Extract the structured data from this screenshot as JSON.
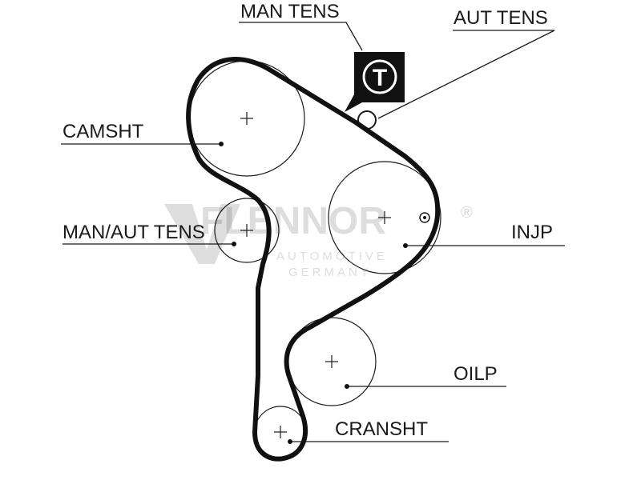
{
  "labels": {
    "man_tens": "MAN TENS",
    "aut_tens": "AUT TENS",
    "camsht": "CAMSHT",
    "man_aut_tens": "MAN/AUT TENS",
    "injp": "INJP",
    "oilp": "OILP",
    "cransht": "CRANSHT",
    "tensioner_symbol": "T"
  },
  "watermark": {
    "brand": "FLENNOR",
    "registered": "®",
    "line1": "AUTOMOTIVE",
    "line2": "GERMANY"
  },
  "colors": {
    "line": "#1a1a1a",
    "background": "#ffffff"
  }
}
